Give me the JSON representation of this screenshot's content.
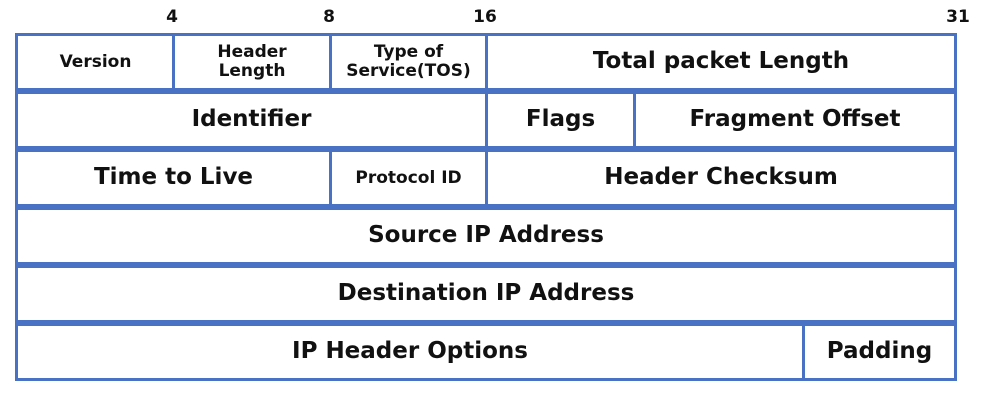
{
  "bit_markers": [
    "4",
    "8",
    "16",
    "31"
  ],
  "rows": [
    {
      "fields": [
        {
          "label": "Version",
          "size": "small"
        },
        {
          "label": "Header\nLength",
          "size": "two-line"
        },
        {
          "label": "Type of\nService(TOS)",
          "size": "two-line"
        },
        {
          "label": "Total packet Length",
          "size": "big"
        }
      ]
    },
    {
      "fields": [
        {
          "label": "Identifier",
          "size": "big"
        },
        {
          "label": "Flags",
          "size": "big"
        },
        {
          "label": "Fragment Offset",
          "size": "big"
        }
      ]
    },
    {
      "fields": [
        {
          "label": "Time to Live",
          "size": "big"
        },
        {
          "label": "Protocol ID",
          "size": "small"
        },
        {
          "label": "Header Checksum",
          "size": "big"
        }
      ]
    },
    {
      "fields": [
        {
          "label": "Source IP Address",
          "size": "big"
        }
      ]
    },
    {
      "fields": [
        {
          "label": "Destination IP Address",
          "size": "big"
        }
      ]
    },
    {
      "fields": [
        {
          "label": "IP Header Options",
          "size": "big"
        },
        {
          "label": "Padding",
          "size": "big"
        }
      ]
    }
  ],
  "colors": {
    "border": "#4a72c4",
    "text": "#111111",
    "background": "#ffffff"
  }
}
